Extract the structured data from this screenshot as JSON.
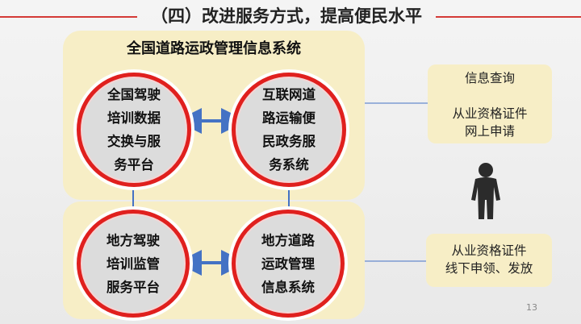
{
  "slide": {
    "title": "（四）改进服务方式，提高便民水平",
    "page_number": "13"
  },
  "national_system": {
    "title": "全国道路运政管理信息系统",
    "left_circle": "全国驾驶\n培训数据\n交换与服\n务平台",
    "right_circle": "互联网道\n路运输便\n民政务服\n务系统"
  },
  "local_system": {
    "left_circle": "地方驾驶\n培训监管\n服务平台",
    "right_circle": "地方道路\n运政管理\n信息系统"
  },
  "online_box": {
    "text": "信息查询\n\n从业资格证件\n网上申请"
  },
  "offline_box": {
    "text": "从业资格证件\n线下申领、发放"
  },
  "icons": {
    "person": "person-icon"
  },
  "colors": {
    "accent_red": "#e0201e",
    "panel_yellow": "#f7eec6",
    "arrow_blue": "#4472c4"
  }
}
